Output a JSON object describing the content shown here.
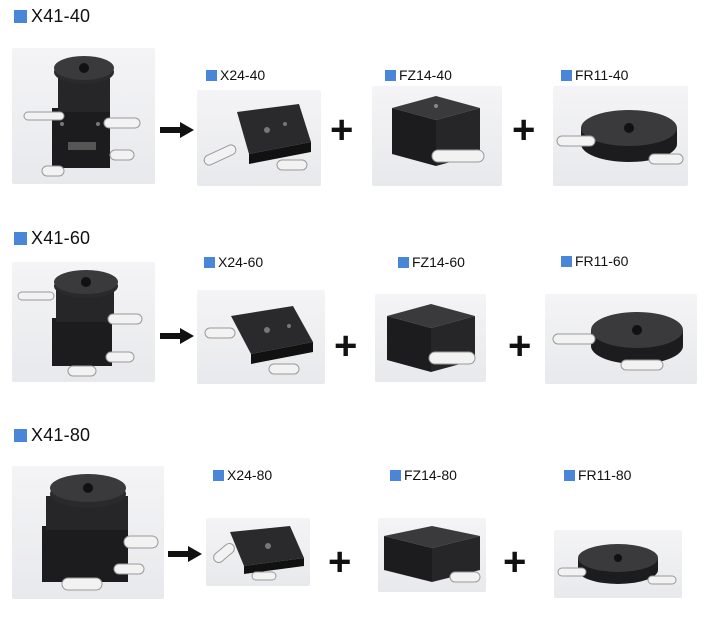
{
  "rows": [
    {
      "title": "X41-40",
      "parts": [
        {
          "label": "X24-40"
        },
        {
          "label": "FZ14-40"
        },
        {
          "label": "FR11-40"
        }
      ]
    },
    {
      "title": "X41-60",
      "parts": [
        {
          "label": "X24-60"
        },
        {
          "label": "FZ14-60"
        },
        {
          "label": "FR11-60"
        }
      ]
    },
    {
      "title": "X41-80",
      "parts": [
        {
          "label": "X24-80"
        },
        {
          "label": "FZ14-80"
        },
        {
          "label": "FR11-80"
        }
      ]
    }
  ],
  "symbols": {
    "plus": "+"
  },
  "colors": {
    "label_square": "#4a86d8",
    "stage_body": "#1c1c1e",
    "knob": "#f2f2f2"
  }
}
